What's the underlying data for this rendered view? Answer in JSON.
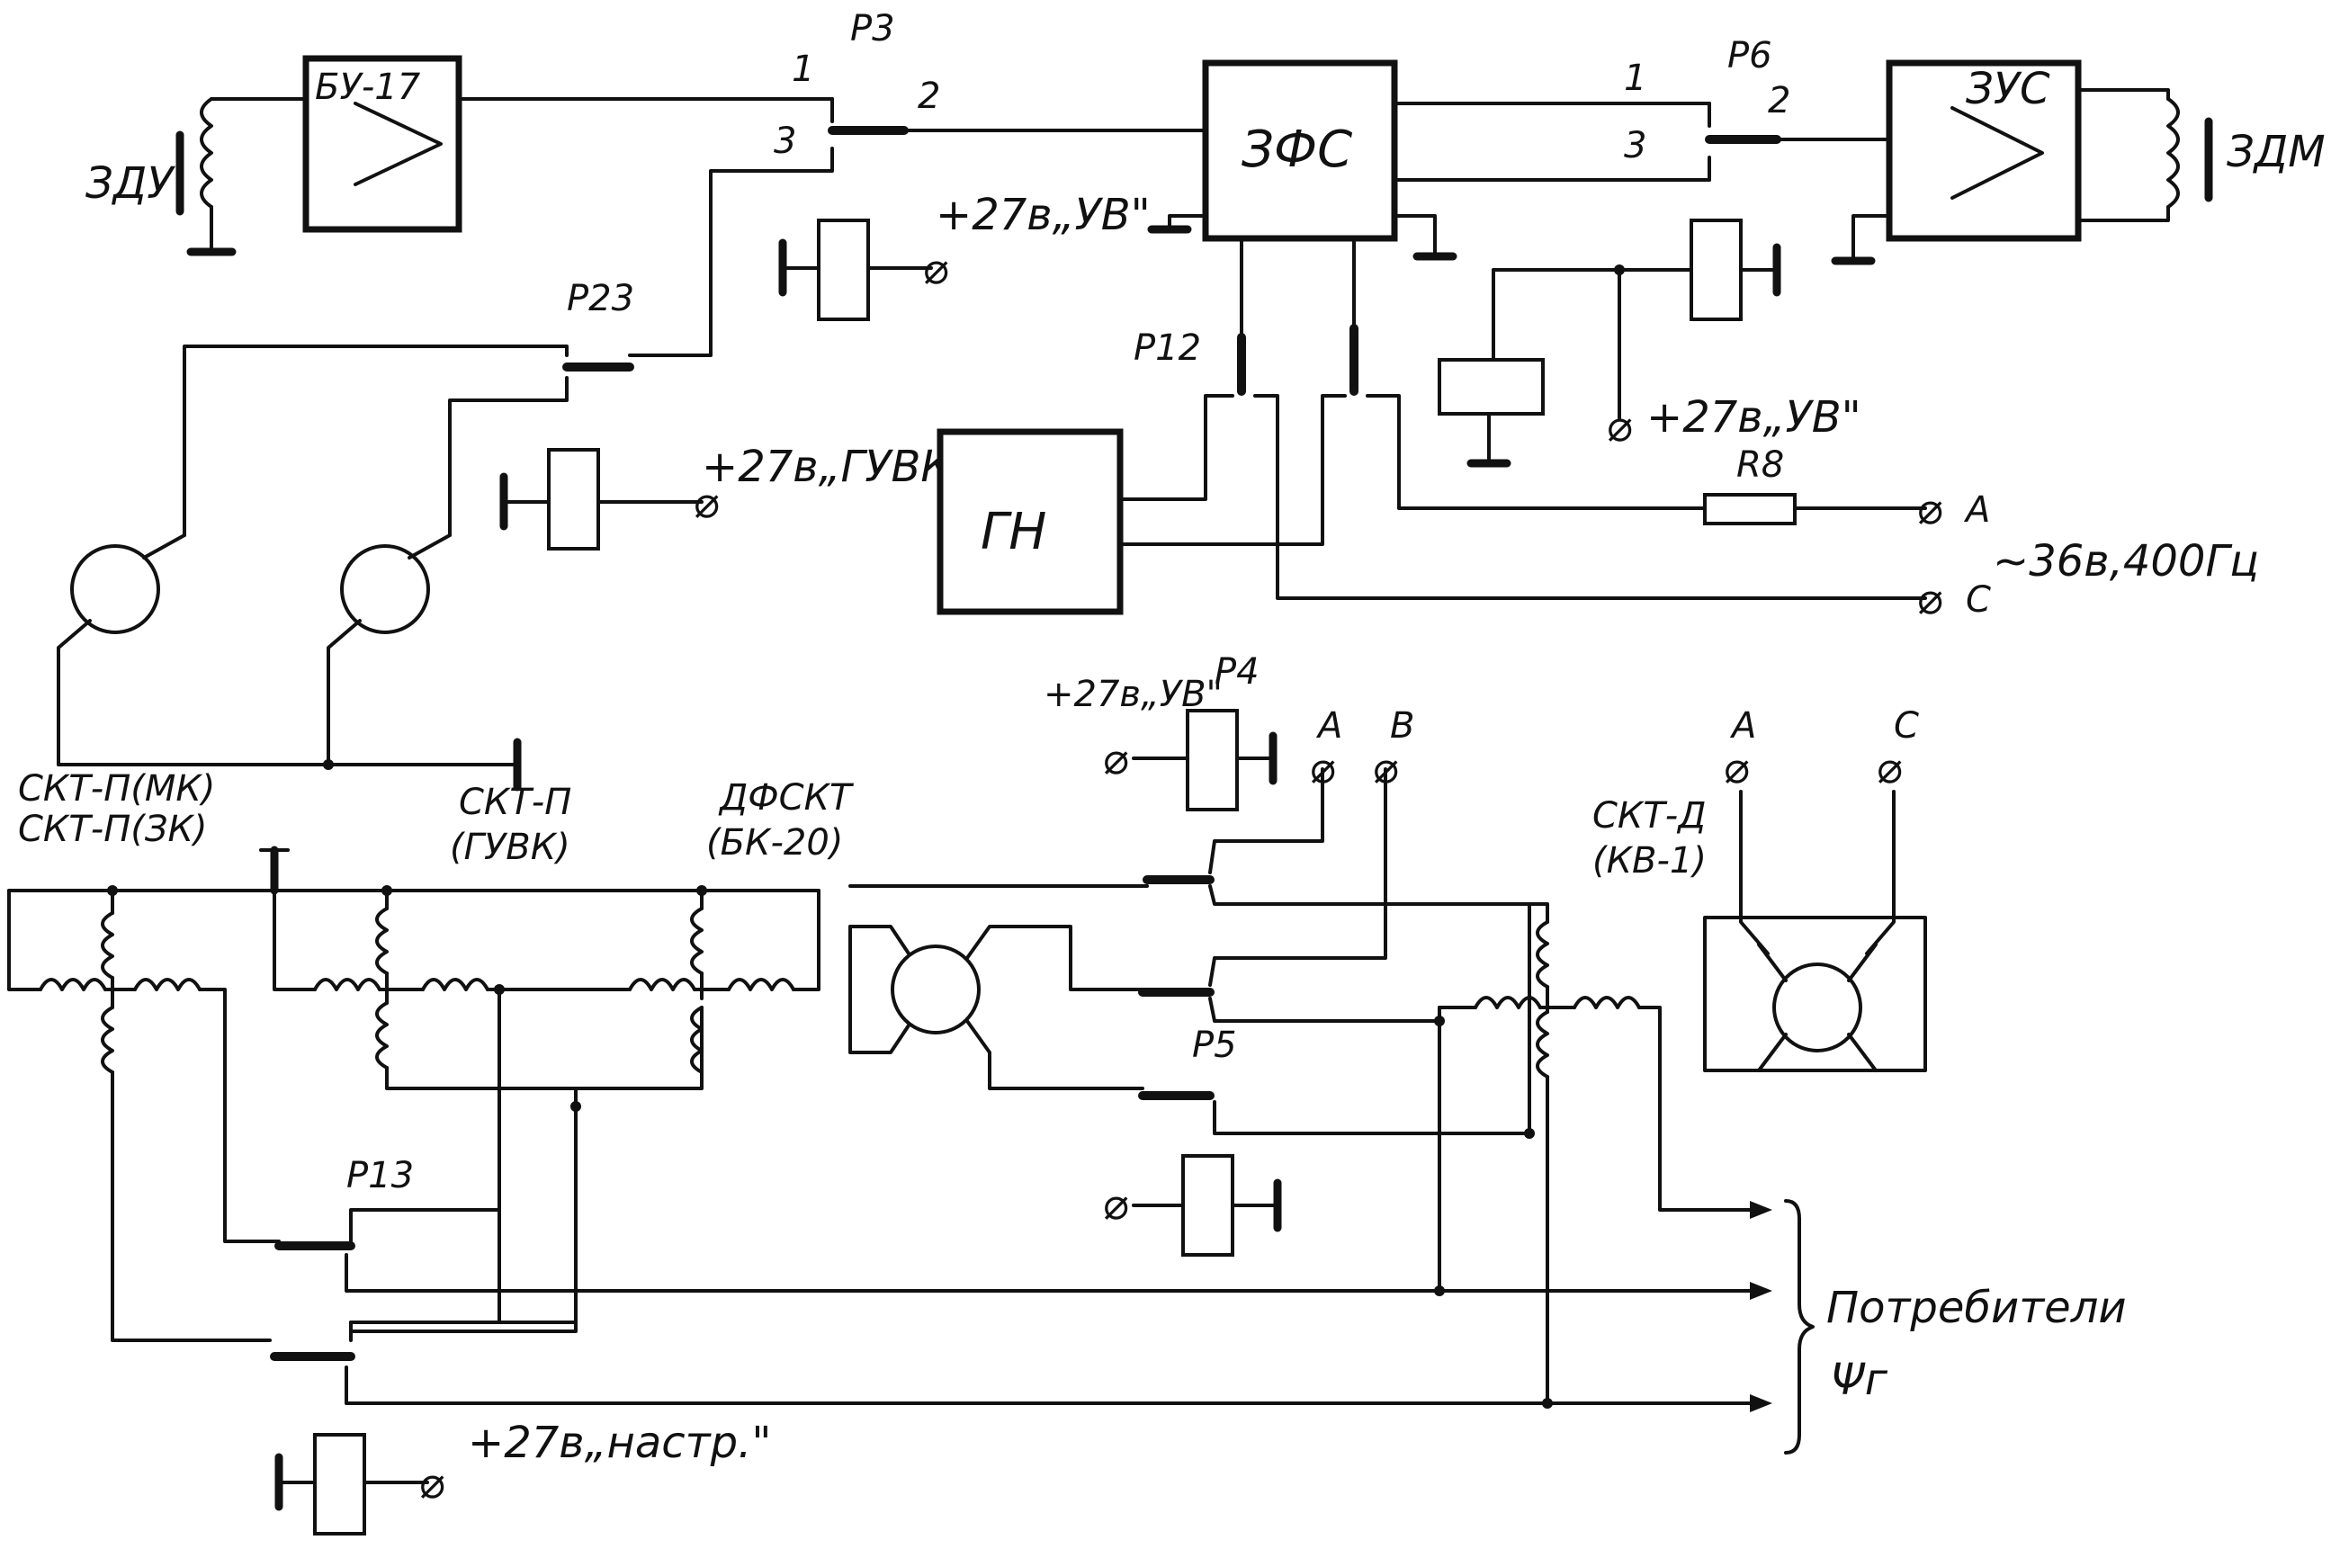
{
  "blocks": {
    "bu17": "БУ-17",
    "zfs": "ЗФС",
    "zus": "ЗУС",
    "gn": "ГН"
  },
  "sensors": {
    "zdu": "ЗДУ",
    "zdm": "ЗДМ"
  },
  "relays": {
    "p3": "Р3",
    "p6": "Р6",
    "p23": "Р23",
    "p12": "Р12",
    "p4": "Р4",
    "p5": "Р5",
    "p13": "Р13",
    "r8": "R8"
  },
  "pins": {
    "p3_1": "1",
    "p3_2": "2",
    "p3_3": "3",
    "p6_1": "1",
    "p6_2": "2",
    "p6_3": "3"
  },
  "supply": {
    "uv_top": "+27в„УВ\"",
    "uv_right": "+27в„УВ\"",
    "guvk": "+27в„ГУВК\"",
    "uv_p4": "+27в„УВ\"",
    "nastr": "+27в„настр.\"",
    "ac_36": "~36в,400Гц"
  },
  "terminals": {
    "a_r8": "А",
    "c_gn": "С",
    "a_p4": "А",
    "b_p4": "В",
    "a_skt": "А",
    "c_skt": "С"
  },
  "components": {
    "skt_mk": "СКТ-П(МК)",
    "skt_zk": "СКТ-П(ЗК)",
    "skt_guvk_1": "СКТ-П",
    "skt_guvk_2": "(ГУВК)",
    "dfskt_1": "ДФСКТ",
    "dfskt_2": "(БК-20)",
    "sktd_1": "СКТ-Д",
    "sktd_2": "(КВ-1)"
  },
  "consumers": {
    "label": "Потребители",
    "symbol": "Ψг"
  }
}
